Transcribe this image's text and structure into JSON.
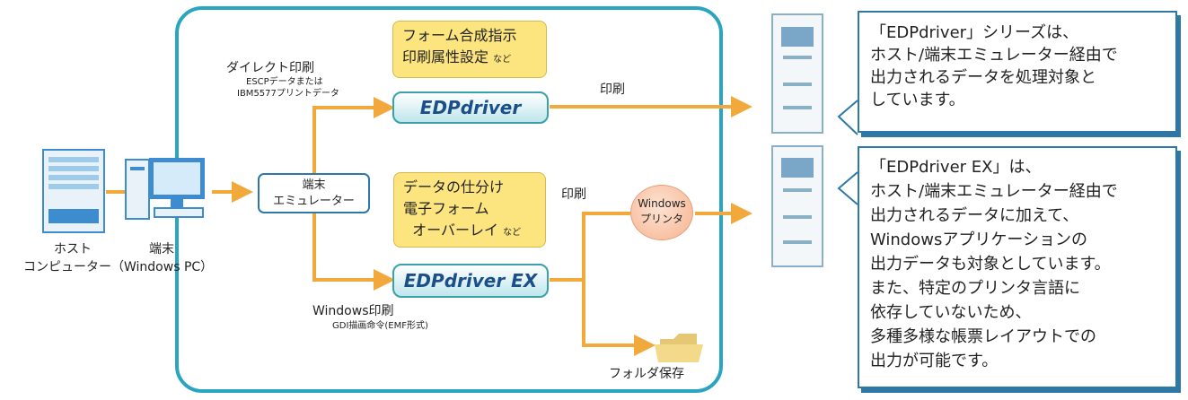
{
  "labels": {
    "host": "ホスト",
    "host2": "コンピューター",
    "terminal": "端末",
    "terminal_sub": "（Windows PC）",
    "term_emu_1": "端末",
    "term_emu_2": "エミュレーター",
    "direct_print": "ダイレクト印刷",
    "direct_sub_1": "ESCPデータまたは",
    "direct_sub_2": "IBM5577プリントデータ",
    "win_print": "Windows印刷",
    "win_print_sub": "GDI描画命令(EMF形式)",
    "print_top": "印刷",
    "print_bottom": "印刷",
    "folder_save": "フォルダ保存",
    "windows_printer_1": "Windows",
    "windows_printer_2": "プリンタ"
  },
  "boxes": {
    "edpdriver": "EDPdriver",
    "edpdriver_ex": "EDPdriver EX",
    "yellow_top_1": "フォーム合成指示",
    "yellow_top_2": "印刷属性設定",
    "yellow_top_nado": "など",
    "yellow_bottom_1": "データの仕分け",
    "yellow_bottom_2": "電子フォーム",
    "yellow_bottom_3": "オーバーレイ",
    "yellow_bottom_nado": "など"
  },
  "notes": {
    "top": [
      "「EDPdriver」シリーズは、",
      "ホスト/端末エミュレーター経由で",
      "出力されるデータを処理対象と",
      "しています。"
    ],
    "bottom": [
      "「EDPdriver EX」は、",
      "ホスト/端末エミュレーター経由で",
      "出力されるデータに加えて、",
      "Windowsアプリケーションの",
      "出力データも対象としています。",
      "また、特定のプリンタ言語に",
      "依存していないため、",
      "多種多様な帳票レイアウトでの",
      "出力が可能です。"
    ]
  },
  "colors": {
    "frame": "#2aa5c0",
    "arrow": "#f2a93b",
    "note_border": "#2e78a8",
    "yellow": "#fce57e"
  }
}
